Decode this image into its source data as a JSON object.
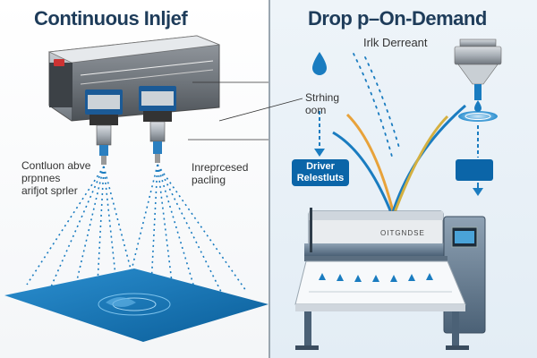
{
  "left_panel": {
    "title": "Continuous Inljef",
    "label_continuous": "Contluon abve\nprpnnes\narifjot sprler",
    "label_interspersed": "Inreprcesed\npacling"
  },
  "right_panel": {
    "title": "Drop p–On-Demand",
    "subtitle": "Irlk Derreant",
    "label_striking": "Strhing\noom",
    "driver_box": "Driver\nRelestluts",
    "printer_brand": "OITGNDSE"
  },
  "colors": {
    "accent_blue": "#0b65a8",
    "spray_blue": "#1a7cc0",
    "water_blue": "#0e6fb0",
    "arrow_orange": "#e8a23a",
    "arrow_yellow": "#d4b040",
    "title_navy": "#1e3c5a"
  }
}
